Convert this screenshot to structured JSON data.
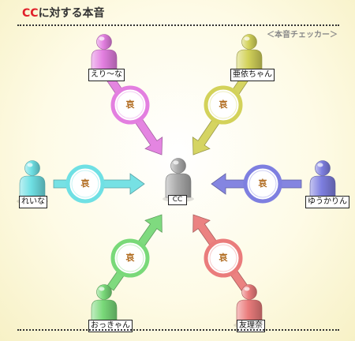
{
  "title": {
    "cc": "CC",
    "rest": "に対する本音"
  },
  "checker_label": "＜本音チェッカー＞",
  "center": {
    "label": "CC",
    "color": "#a9a9a9"
  },
  "people": [
    {
      "id": "eri-na",
      "name": "えり〜な",
      "color": "#e37fe0",
      "emotion": "哀"
    },
    {
      "id": "aiyu-chan",
      "name": "亜依ちゃん",
      "color": "#d3d25a",
      "emotion": "哀"
    },
    {
      "id": "reina",
      "name": "れいな",
      "color": "#6fe0e4",
      "emotion": "哀"
    },
    {
      "id": "yuukarin",
      "name": "ゆうかりん",
      "color": "#7e7fe0",
      "emotion": "哀"
    },
    {
      "id": "okkyan",
      "name": "おっきゃん",
      "color": "#79d979",
      "emotion": "哀"
    },
    {
      "id": "yurina",
      "name": "友理奈",
      "color": "#ea7c7c",
      "emotion": "哀"
    }
  ]
}
